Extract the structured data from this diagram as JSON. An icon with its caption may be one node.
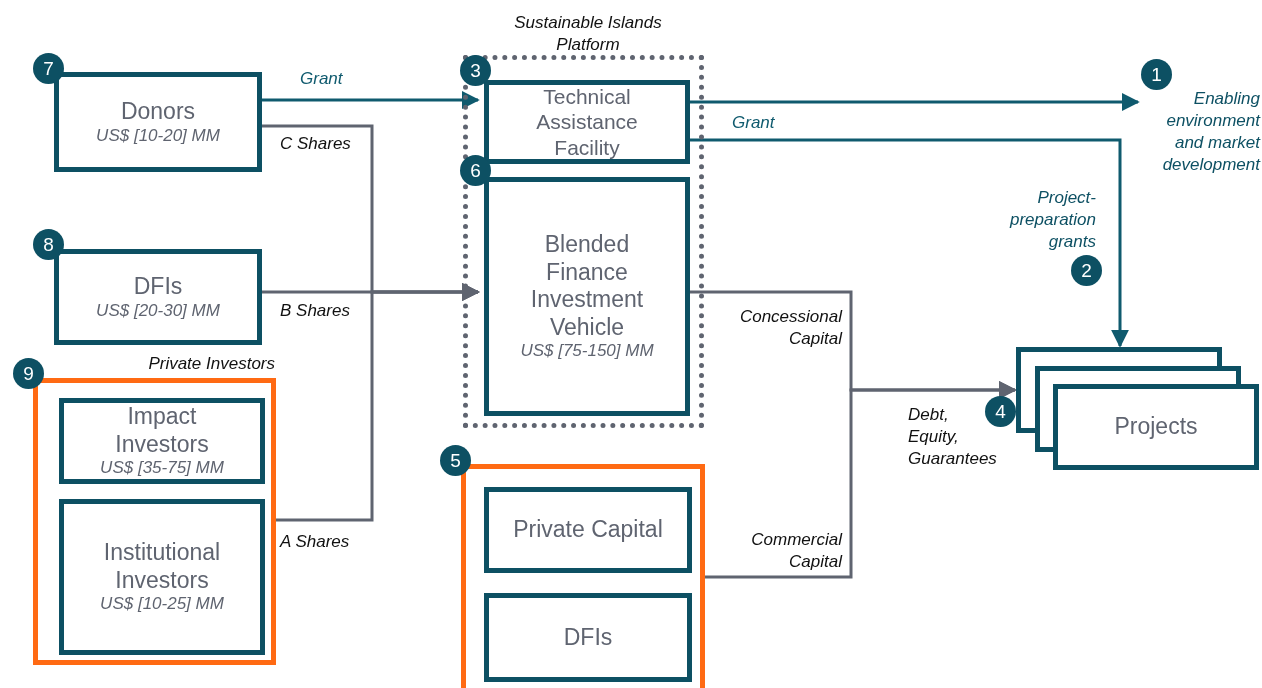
{
  "diagram": {
    "nodes": [
      {
        "text": [
          "Donors",
          "US$ [10-20] MM"
        ],
        "beside": [
          "7"
        ]
      },
      {
        "text": [
          "DFIs",
          "US$ [20-30] MM"
        ],
        "beside": [
          "8"
        ]
      },
      {
        "text": [
          "Private Investors"
        ],
        "beside": [
          "9"
        ]
      },
      {
        "text": [
          "Impact Investors",
          "US$ [35-75] MM"
        ],
        "in": 2
      },
      {
        "text": [
          "Institutional Investors",
          "US$ [10-25] MM"
        ],
        "in": 2
      },
      {
        "text": [
          "Sustainable Islands Platform"
        ]
      },
      {
        "text": [
          "Technical Assistance Facility"
        ],
        "in": 5,
        "beside": [
          "3"
        ]
      },
      {
        "text": [
          "Blended Finance Investment Vehicle",
          "US$ [75-150] MM"
        ],
        "in": 5,
        "beside": [
          "6"
        ]
      },
      {
        "text": [],
        "shape": "box",
        "beside": [
          "5"
        ]
      },
      {
        "text": [
          "Private Capital"
        ],
        "in": 8
      },
      {
        "text": [
          "DFIs"
        ],
        "in": 8
      },
      {
        "text": [
          "Enabling environment and market development"
        ],
        "beside": [
          "1"
        ]
      },
      {
        "text": [
          "Projects"
        ]
      }
    ],
    "edges": [
      {
        "from": 0,
        "to": 6,
        "arrow": "to",
        "label": "Grant",
        "color": "#0f5a6e"
      },
      {
        "from": 0,
        "to": 7,
        "arrow": "to",
        "label": "C Shares"
      },
      {
        "from": 1,
        "to": 7,
        "arrow": "to",
        "label": "B Shares"
      },
      {
        "from": 2,
        "to": 7,
        "arrow": "to",
        "label": "A Shares"
      },
      {
        "from": 6,
        "to": 11,
        "arrow": "to",
        "color": "#0f5a6e"
      },
      {
        "from": 6,
        "to": 12,
        "arrow": "to",
        "label": "Grant",
        "color": "#0f5a6e"
      },
      {
        "from": 7,
        "to": 12,
        "arrow": "to",
        "label": "Concessional Capital"
      },
      {
        "from": 8,
        "to": 12,
        "arrow": "to",
        "label": "Commercial Capital"
      }
    ],
    "labels": [
      "Project-preparation grants",
      "2",
      "Debt, Equity, Guarantees",
      "4"
    ]
  }
}
